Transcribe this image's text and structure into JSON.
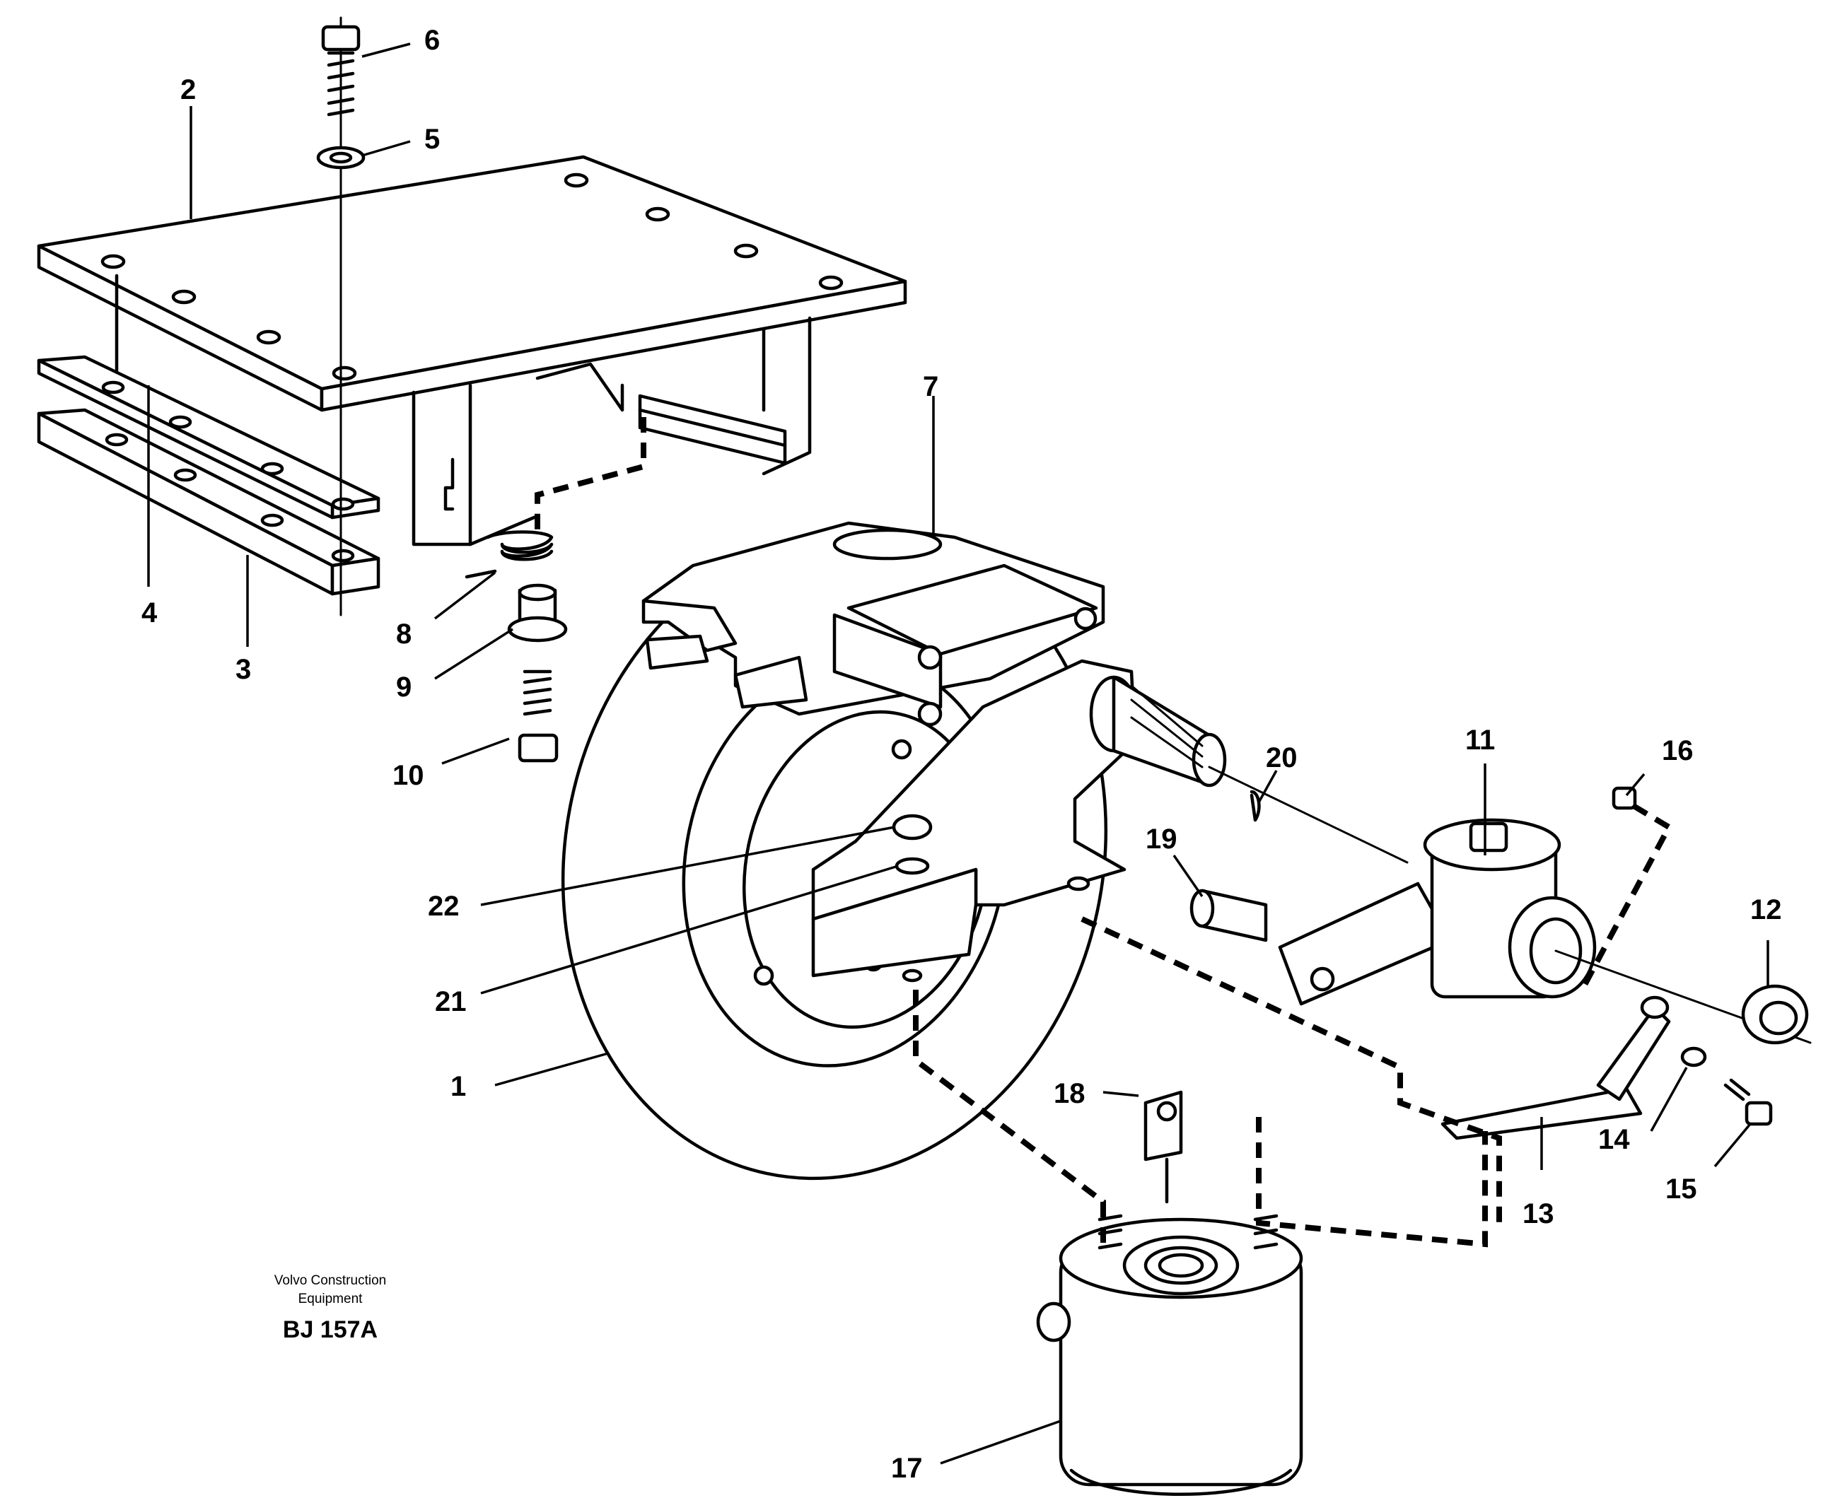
{
  "callouts": [
    {
      "id": "1",
      "text": "1"
    },
    {
      "id": "2",
      "text": "2"
    },
    {
      "id": "3",
      "text": "3"
    },
    {
      "id": "4",
      "text": "4"
    },
    {
      "id": "5",
      "text": "5"
    },
    {
      "id": "6",
      "text": "6"
    },
    {
      "id": "7",
      "text": "7"
    },
    {
      "id": "8",
      "text": "8"
    },
    {
      "id": "9",
      "text": "9"
    },
    {
      "id": "10",
      "text": "10"
    },
    {
      "id": "11",
      "text": "11"
    },
    {
      "id": "12",
      "text": "12"
    },
    {
      "id": "13",
      "text": "13"
    },
    {
      "id": "14",
      "text": "14"
    },
    {
      "id": "15",
      "text": "15"
    },
    {
      "id": "16",
      "text": "16"
    },
    {
      "id": "17",
      "text": "17"
    },
    {
      "id": "18",
      "text": "18"
    },
    {
      "id": "19",
      "text": "19"
    },
    {
      "id": "20",
      "text": "20"
    },
    {
      "id": "21",
      "text": "21"
    },
    {
      "id": "22",
      "text": "22"
    }
  ],
  "credit": {
    "line1": "Volvo Construction",
    "line2": "Equipment",
    "code": "BJ 157A"
  }
}
